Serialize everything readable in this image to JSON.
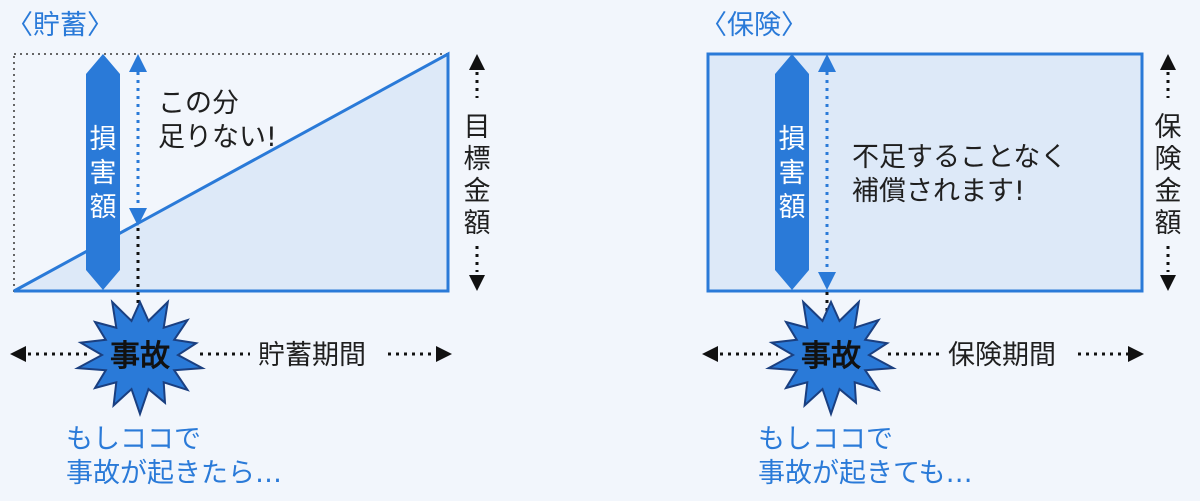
{
  "savings": {
    "heading": "〈貯蓄〉",
    "damage_label": [
      "損",
      "害",
      "額"
    ],
    "shortfall": [
      "この分",
      "足りない!"
    ],
    "target_label": [
      "目",
      "標",
      "金",
      "額"
    ],
    "accident": "事故",
    "period": "貯蓄期間",
    "caption": [
      "もしココで",
      "事故が起きたら…"
    ]
  },
  "insurance": {
    "heading": "〈保険〉",
    "damage_label": [
      "損",
      "害",
      "額"
    ],
    "compensation": [
      "不足することなく",
      "補償されます!"
    ],
    "target_label": [
      "保",
      "険",
      "金",
      "額"
    ],
    "accident": "事故",
    "period": "保険期間",
    "caption": [
      "もしココで",
      "事故が起きても…"
    ]
  },
  "colors": {
    "accent": "#2a7ad8",
    "fill_light": "#dde9f8",
    "background": "#f2f6fc"
  }
}
